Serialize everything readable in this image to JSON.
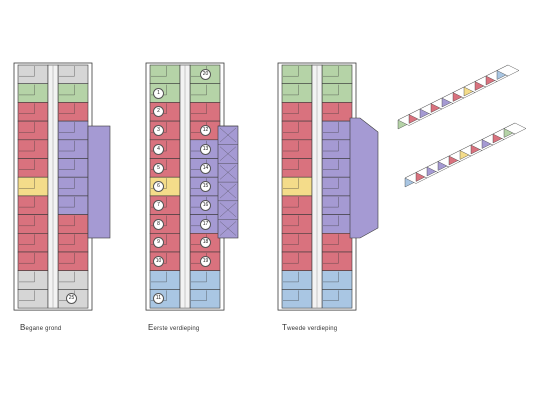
{
  "palette": {
    "green": "#b5d3a7",
    "red": "#d9727e",
    "purple": "#a59ad3",
    "yellow": "#f4dc8a",
    "blue": "#a9c6e3",
    "grey": "#d6d6d6",
    "line": "#3a3a3a"
  },
  "plans": [
    {
      "caption": "Begane grond",
      "unit_labels": [
        "25"
      ]
    },
    {
      "caption": "Eerste verdieping",
      "unit_labels": [
        "1",
        "2",
        "3",
        "4",
        "5",
        "6",
        "7",
        "8",
        "9",
        "10",
        "11",
        "12",
        "13",
        "14",
        "15",
        "16",
        "17",
        "18",
        "19",
        "20"
      ]
    },
    {
      "caption": "Tweede verdieping",
      "unit_labels": []
    }
  ],
  "axonometric_views": 2
}
